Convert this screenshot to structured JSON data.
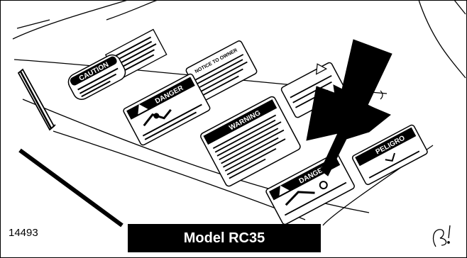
{
  "figure": {
    "number": "14493",
    "model": "Model RC35"
  },
  "decals": {
    "caution": "CAUTION",
    "notice": "NOTICE TO OWNER",
    "danger_top": "DANGER",
    "warning": "WARNING",
    "danger_bottom": "DANGER",
    "peligro": "PELIGRO"
  },
  "colors": {
    "ink": "#000000",
    "paper": "#ffffff"
  }
}
